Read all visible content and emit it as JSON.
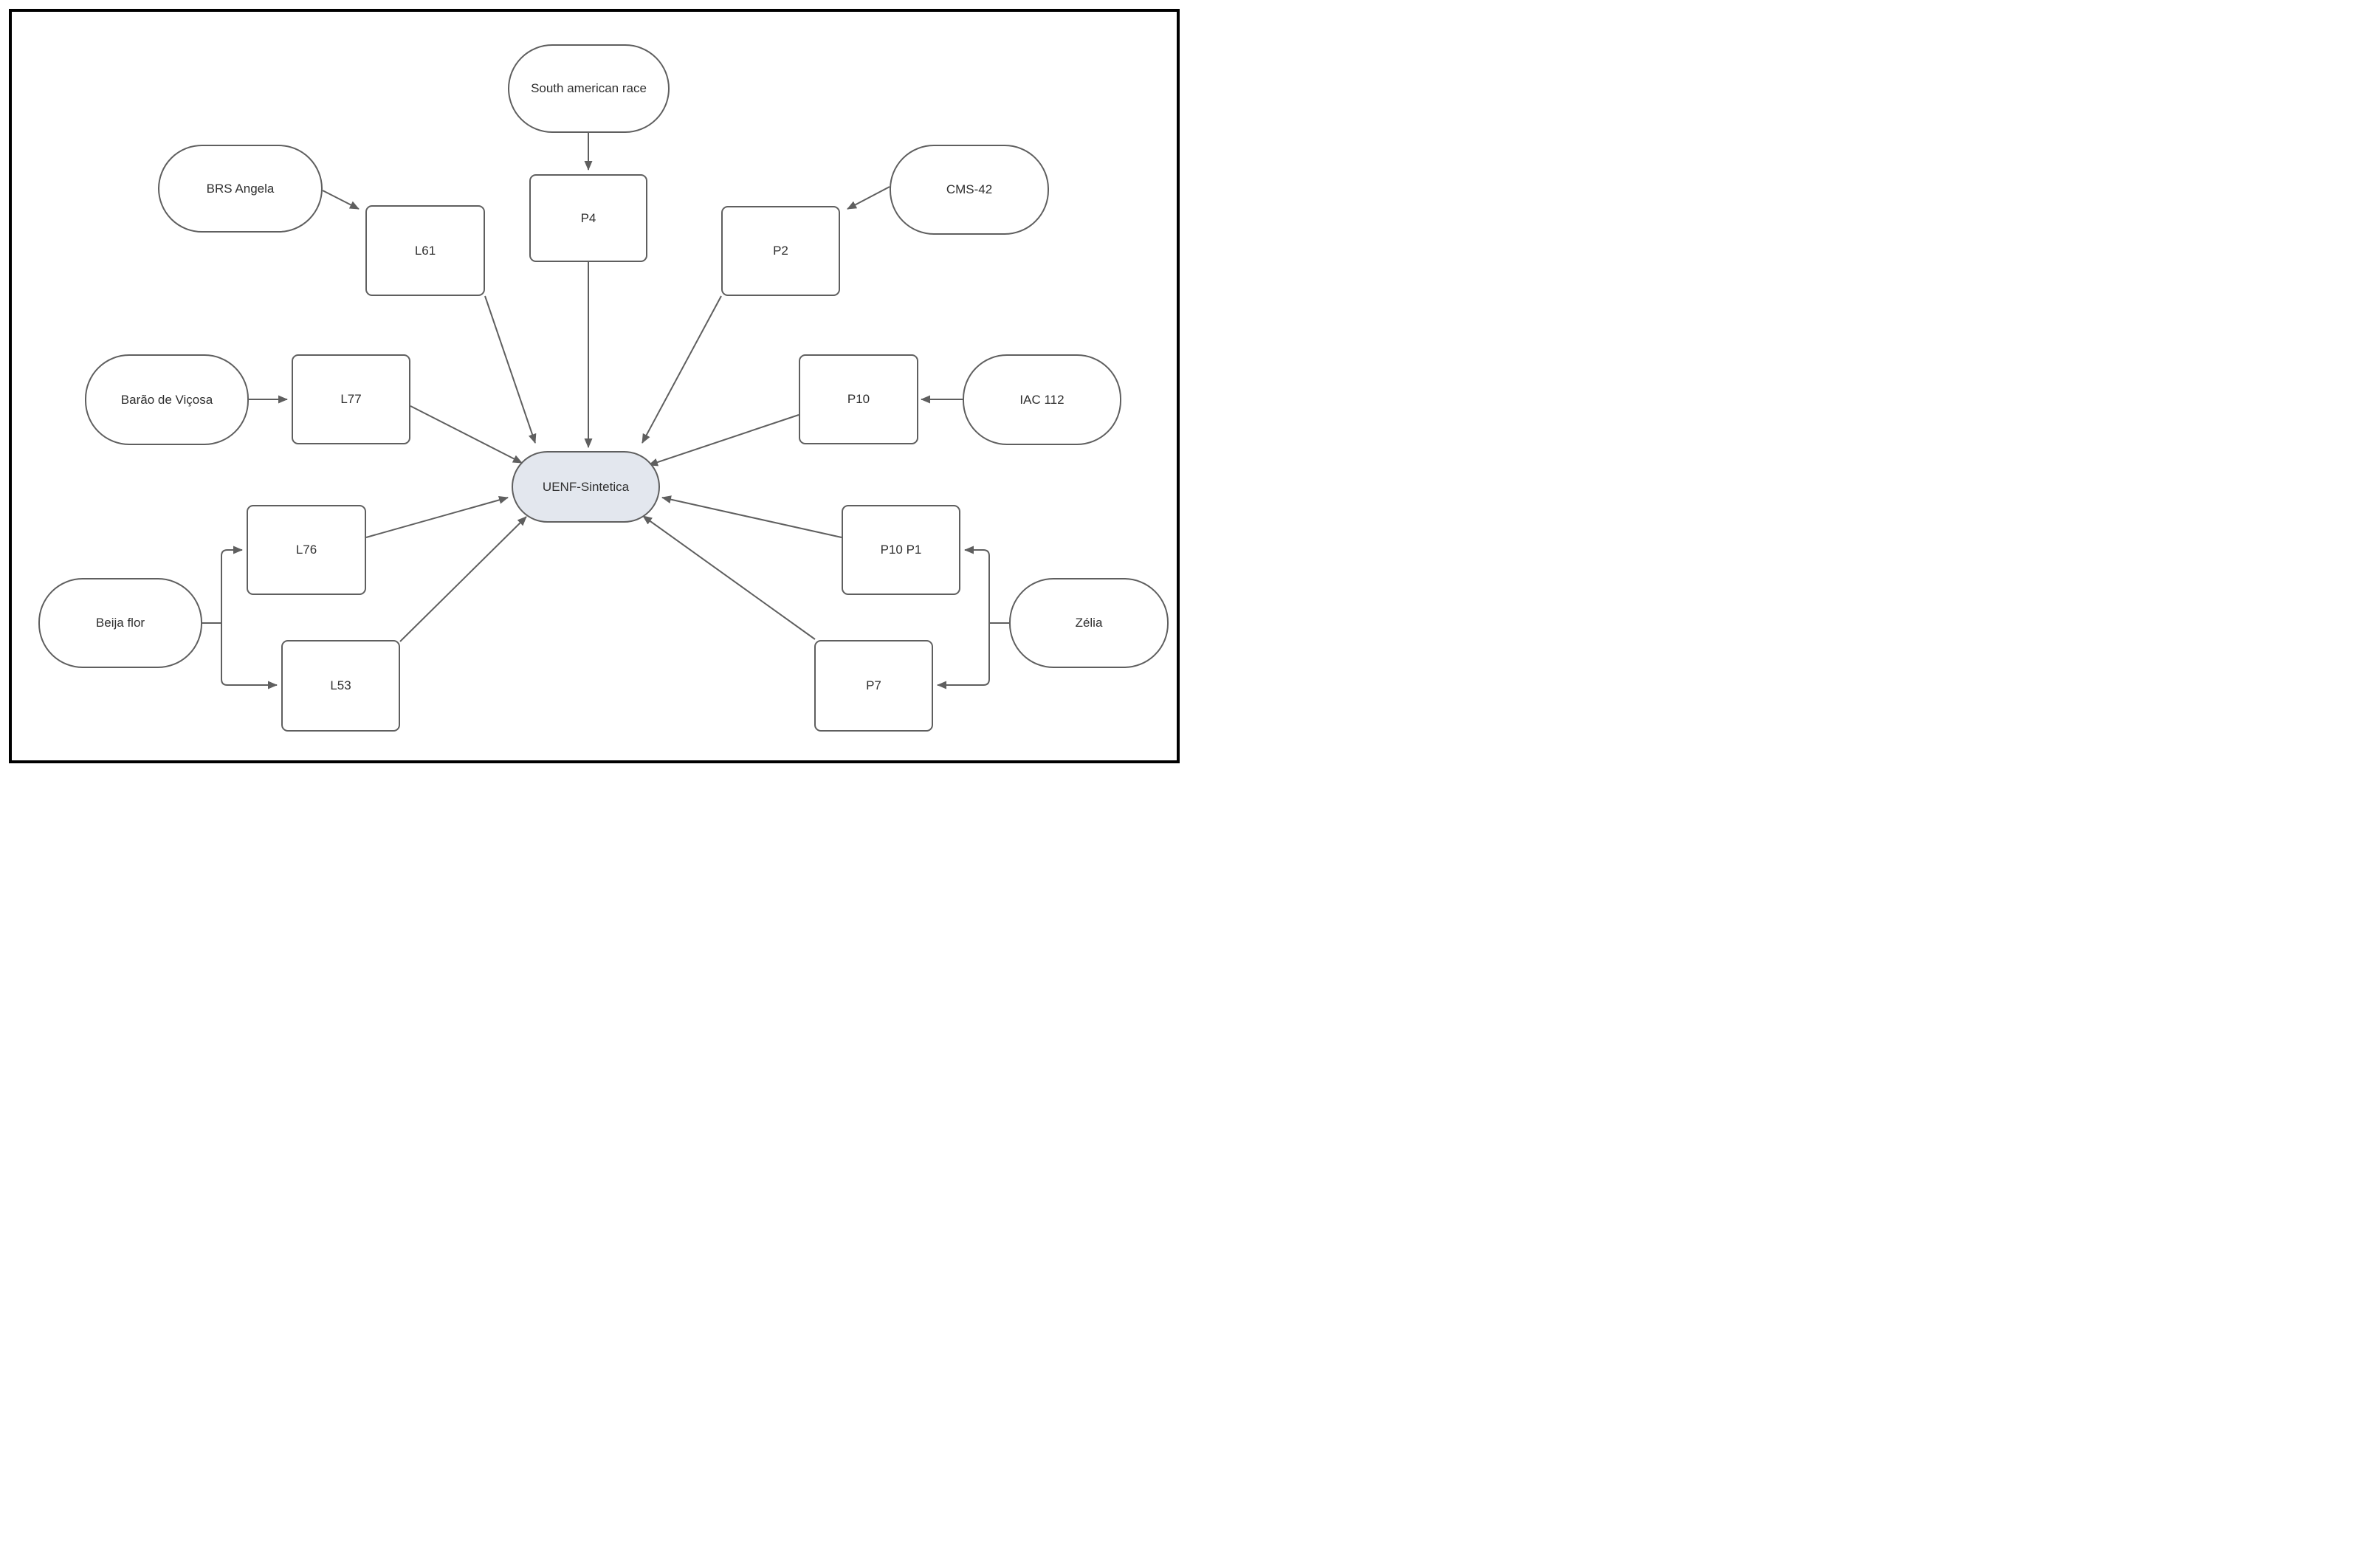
{
  "diagram": {
    "type": "flowchart",
    "central_node": "UENF-Sintetica"
  },
  "nodes": {
    "south_race": {
      "label": "South american race",
      "shape": "terminator"
    },
    "p4": {
      "label": "P4",
      "shape": "process"
    },
    "brs_angela": {
      "label": "BRS Angela",
      "shape": "terminator"
    },
    "l61": {
      "label": "L61",
      "shape": "process"
    },
    "cms42": {
      "label": "CMS-42",
      "shape": "terminator"
    },
    "p2": {
      "label": "P2",
      "shape": "process"
    },
    "barao": {
      "label": "Barão de Viçosa",
      "shape": "terminator"
    },
    "l77": {
      "label": "L77",
      "shape": "process"
    },
    "p10": {
      "label": "P10",
      "shape": "process"
    },
    "iac112": {
      "label": "IAC 112",
      "shape": "terminator"
    },
    "uenf": {
      "label": "UENF-Sintetica",
      "shape": "terminator",
      "fill": "#e3e7ee"
    },
    "l76": {
      "label": "L76",
      "shape": "process"
    },
    "beija_flor": {
      "label": "Beija flor",
      "shape": "terminator"
    },
    "l53": {
      "label": "L53",
      "shape": "process"
    },
    "p10p1": {
      "label": "P10 P1",
      "shape": "process"
    },
    "zelia": {
      "label": "Zélia",
      "shape": "terminator"
    },
    "p7": {
      "label": "P7",
      "shape": "process"
    }
  },
  "edges": [
    {
      "from": "South american race",
      "to": "P4"
    },
    {
      "from": "BRS Angela",
      "to": "L61"
    },
    {
      "from": "CMS-42",
      "to": "P2"
    },
    {
      "from": "Barão de Viçosa",
      "to": "L77"
    },
    {
      "from": "IAC 112",
      "to": "P10"
    },
    {
      "from": "Beija flor",
      "to": "L76"
    },
    {
      "from": "Beija flor",
      "to": "L53"
    },
    {
      "from": "Zélia",
      "to": "P10 P1"
    },
    {
      "from": "Zélia",
      "to": "P7"
    },
    {
      "from": "P4",
      "to": "UENF-Sintetica"
    },
    {
      "from": "L61",
      "to": "UENF-Sintetica"
    },
    {
      "from": "P2",
      "to": "UENF-Sintetica"
    },
    {
      "from": "L77",
      "to": "UENF-Sintetica"
    },
    {
      "from": "P10",
      "to": "UENF-Sintetica"
    },
    {
      "from": "L76",
      "to": "UENF-Sintetica"
    },
    {
      "from": "L53",
      "to": "UENF-Sintetica"
    },
    {
      "from": "P10 P1",
      "to": "UENF-Sintetica"
    },
    {
      "from": "P7",
      "to": "UENF-Sintetica"
    }
  ],
  "colors": {
    "node_border": "#5f5f5f",
    "arrow": "#5f5f5f",
    "center_fill": "#e3e7ee",
    "frame": "#000000",
    "background": "#ffffff",
    "text": "#2f2f2f"
  }
}
